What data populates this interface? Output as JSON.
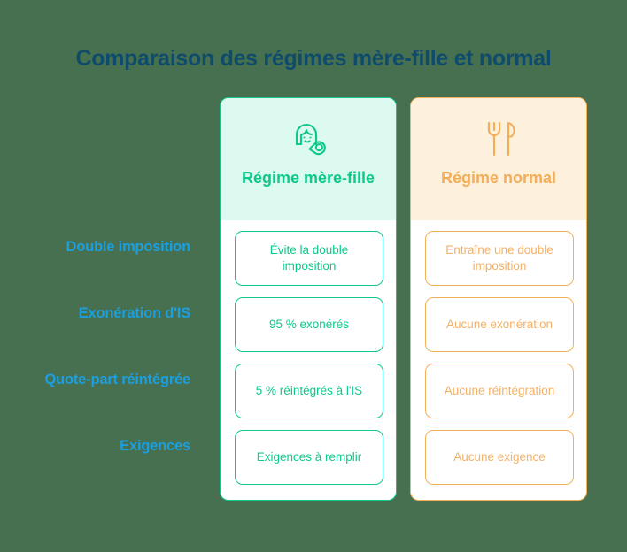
{
  "title": "Comparaison des régimes mère-fille et normal",
  "colors": {
    "background": "#477050",
    "title": "#0f4c6b",
    "label_blue": "#1b9fe0",
    "green": "#0ec98a",
    "green_soft": "#dcfaef",
    "orange": "#f2ae58",
    "orange_soft": "#fdf0dc"
  },
  "row_labels": [
    "Double imposition",
    "Exonération d'IS",
    "Quote-part réintégrée",
    "Exigences"
  ],
  "columns": [
    {
      "id": "regime-mere-fille",
      "title": "Régime mère-fille",
      "icon": "mother-and-baby-icon",
      "cells": [
        "Évite la double imposition",
        "95 % exonérés",
        "5 % réintégrés à l'IS",
        "Exigences à remplir"
      ]
    },
    {
      "id": "regime-normal",
      "title": "Régime normal",
      "icon": "fork-and-knife-icon",
      "cells": [
        "Entraîne une double imposition",
        "Aucune exonération",
        "Aucune réintégration",
        "Aucune exigence"
      ]
    }
  ]
}
